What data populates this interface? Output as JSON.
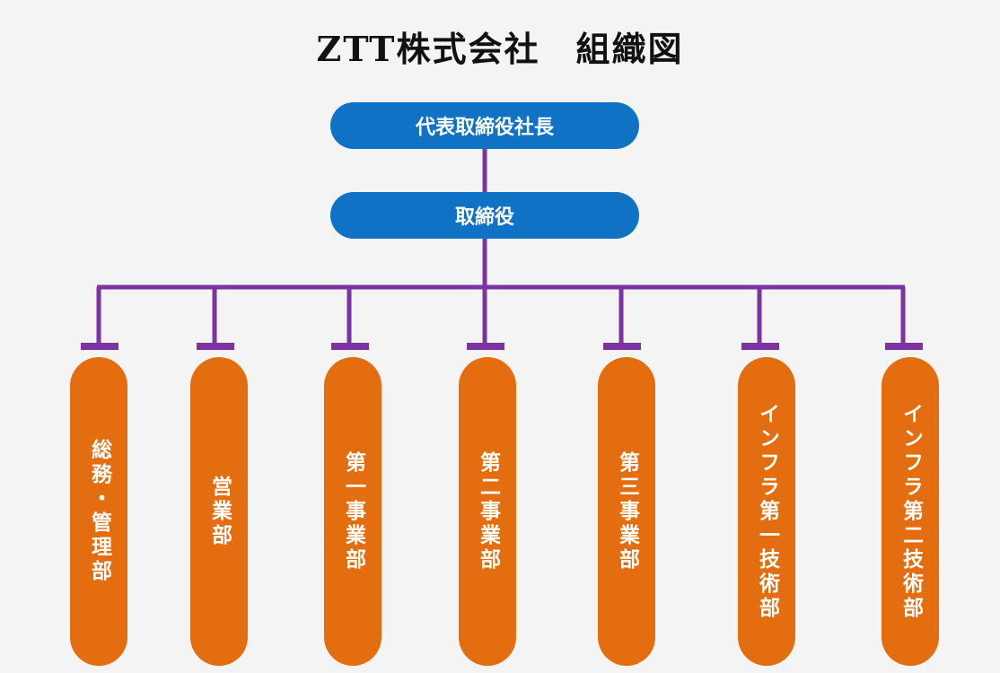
{
  "title": "ZTT株式会社　組織図",
  "president": "代表取締役社長",
  "directors": "取締役",
  "departments": [
    "総務・管理部",
    "営業部",
    "第一事業部",
    "第二事業部",
    "第三事業部",
    "インフラ第一技術部",
    "インフラ第二技術部"
  ],
  "colors": {
    "background": "#f4f4f4",
    "executive_box": "#0f72c4",
    "department_box": "#e36d0f",
    "connector": "#7a35a0"
  }
}
